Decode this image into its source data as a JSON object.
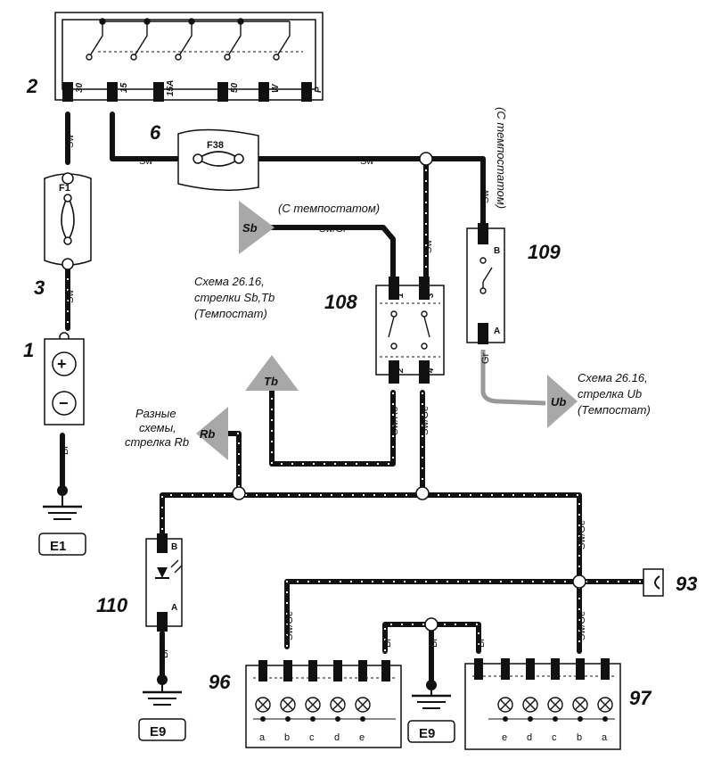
{
  "components": {
    "ignition_switch": {
      "id": "2",
      "terminals": [
        "30",
        "15",
        "15A",
        "50",
        "W",
        "P"
      ]
    },
    "fuse_f1": {
      "id": "3",
      "label": "F1"
    },
    "fuse_f38": {
      "id": "6",
      "label": "F38"
    },
    "battery": {
      "id": "1"
    },
    "relay_108": {
      "id": "108",
      "pins": [
        "1",
        "3",
        "2",
        "4"
      ]
    },
    "switch_109": {
      "id": "109",
      "pins": [
        "B",
        "A"
      ]
    },
    "led_110": {
      "id": "110",
      "pins": [
        "B",
        "A"
      ]
    },
    "connector_93": {
      "id": "93"
    },
    "lamp_block_96": {
      "id": "96",
      "pins": [
        "a",
        "b",
        "c",
        "d",
        "e"
      ]
    },
    "lamp_block_97": {
      "id": "97",
      "pins": [
        "e",
        "d",
        "c",
        "b",
        "a"
      ]
    }
  },
  "wires": {
    "sw": "Sw",
    "sw_gr": "Sw/Gr",
    "sw_ro": "Sw/Ro",
    "sw_ge": "Sw/Ge",
    "gr": "Gr",
    "br": "Br"
  },
  "grounds": {
    "e1": "E1",
    "e9_left": "E9",
    "e9_mid": "E9"
  },
  "arrows": {
    "sb": "Sb",
    "tb": "Tb",
    "ub": "Ub",
    "rb": "Rb"
  },
  "notes": {
    "sb_note": "(С темпостатом)",
    "switch_note": "(С темпостатом)",
    "tb_note": [
      "Схема 26.16,",
      "стрелки Sb,Tb",
      "(Темпостат)"
    ],
    "ub_note": [
      "Схема 26.16,",
      "стрелка Ub",
      "(Темпостат)"
    ],
    "rb_note": [
      "Разные",
      "схемы,",
      "стрелка Rb"
    ]
  },
  "colors": {
    "wire": "#111111",
    "arrow": "#a8a8a8",
    "background": "#ffffff"
  }
}
